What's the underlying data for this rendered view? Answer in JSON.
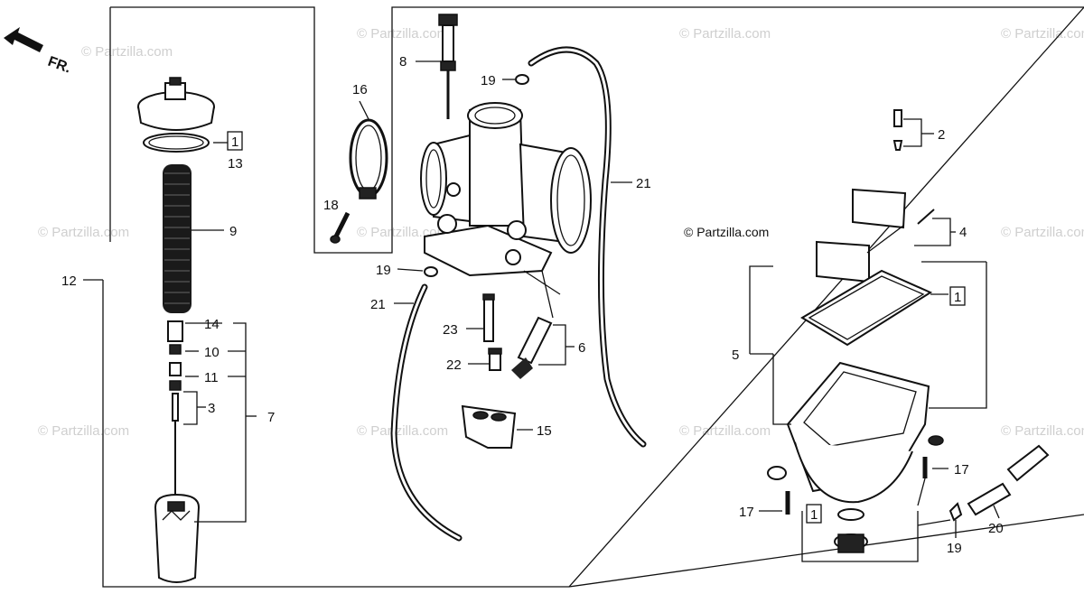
{
  "diagram": {
    "watermark": "© Partzilla.com",
    "watermark_main": "© Partzilla.com",
    "front_arrow_label": "FR.",
    "callouts": {
      "c2": "2",
      "c4": "4",
      "c5": "5",
      "c6": "6",
      "c7": "7",
      "c8": "8",
      "c9": "9",
      "c10": "10",
      "c11": "11",
      "c12": "12",
      "c13": "13",
      "c14": "14",
      "c15": "15",
      "c16": "16",
      "c17a": "17",
      "c17b": "17",
      "c18": "18",
      "c19a": "19",
      "c19b": "19",
      "c19c": "19",
      "c20": "20",
      "c21a": "21",
      "c21b": "21",
      "c22": "22",
      "c23": "23",
      "c3": "3"
    },
    "boxed_callouts": {
      "b1a": "1",
      "b1b": "1",
      "b1c": "1"
    }
  }
}
